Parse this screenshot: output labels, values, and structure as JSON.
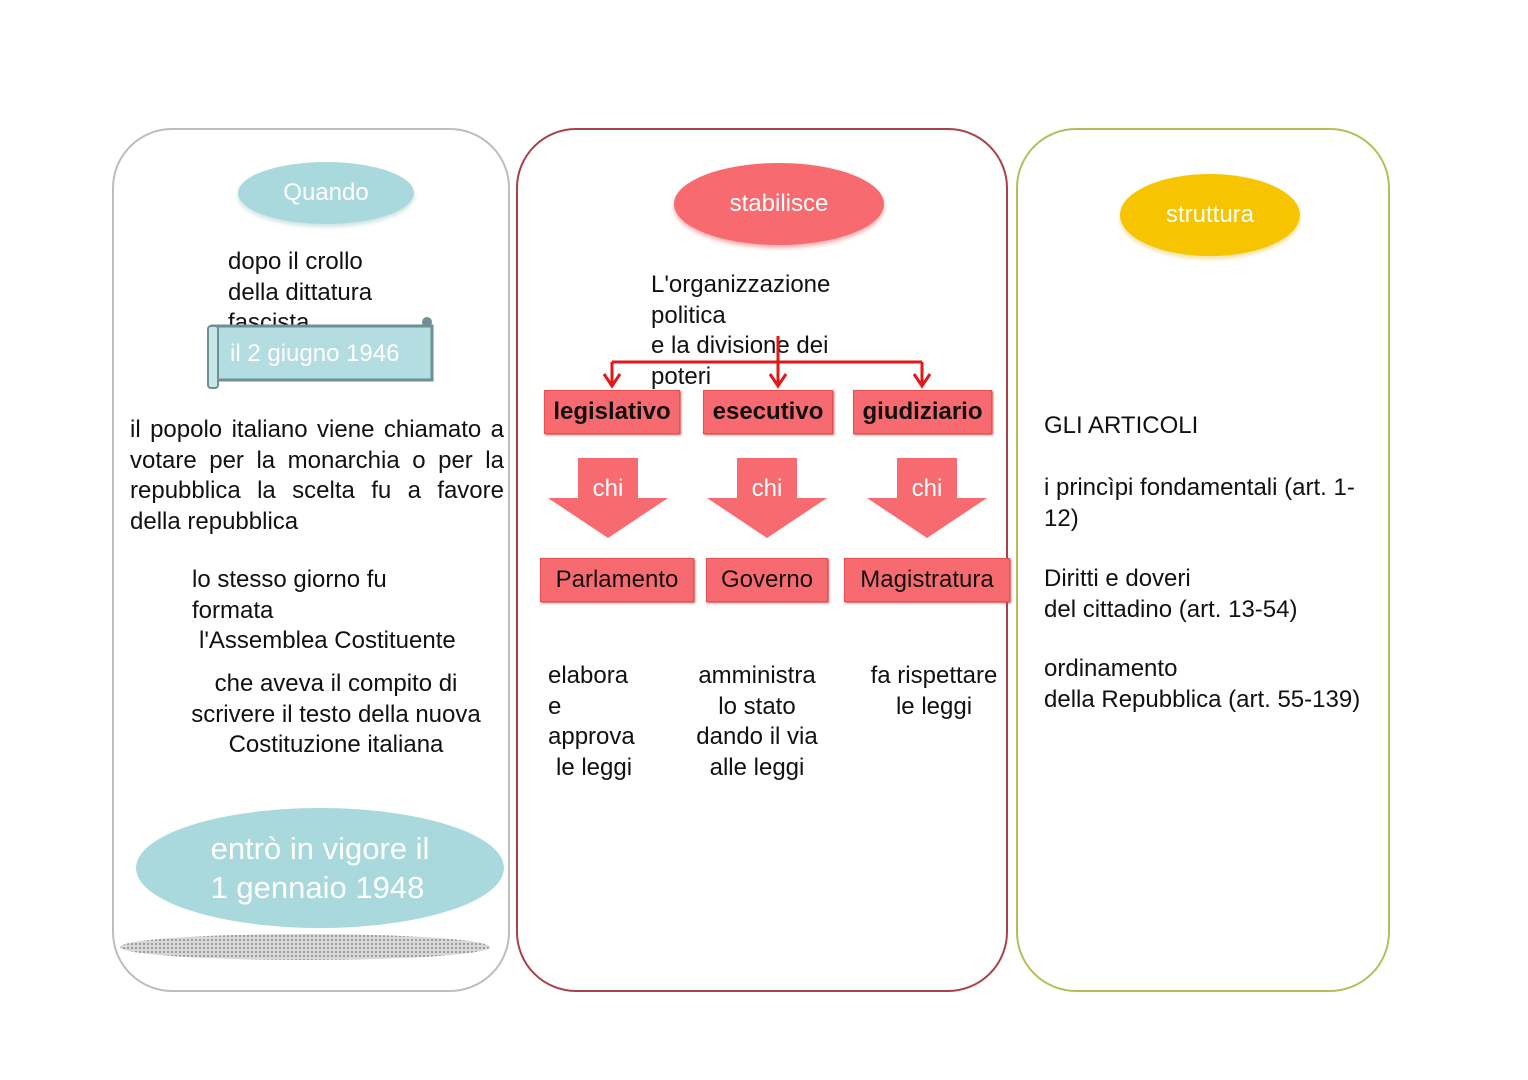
{
  "left": {
    "quando": "Quando",
    "crollo": [
      "dopo il crollo",
      "della dittatura",
      "fascista"
    ],
    "date_scroll": "il 2 giugno 1946",
    "popolo": "il popolo italiano viene chiamato a votare per la monarchia o per la repubblica la scelta fu a favore della repubblica",
    "assemblea": [
      "lo stesso giorno fu",
      "formata",
      "l'Assemblea Costituente"
    ],
    "compito": [
      "che aveva il compito di",
      "scrivere il testo della nuova",
      "Costituzione italiana"
    ],
    "vigore": [
      "entrò in vigore il",
      "1 gennaio 1948"
    ]
  },
  "middle": {
    "stabilisce": "stabilisce",
    "organizzazione": [
      "L'organizzazione",
      "politica",
      "e la divisione dei",
      "poteri"
    ],
    "powers": [
      "legislativo",
      "esecutivo",
      "giudiziario"
    ],
    "chi": [
      "chi",
      "chi",
      "chi"
    ],
    "organs": [
      "Parlamento",
      "Governo",
      "Magistratura"
    ],
    "functions": [
      [
        "elabora",
        "e",
        "approva",
        "le leggi"
      ],
      [
        "amministra",
        "lo stato",
        "dando il via",
        "alle leggi"
      ],
      [
        "fa rispettare",
        "le leggi"
      ]
    ]
  },
  "right": {
    "struttura": "struttura",
    "articoli": "GLI ARTICOLI",
    "principi": [
      "i princìpi fondamentali (art. 1-",
      "12)"
    ],
    "diritti": [
      "Diritti e  doveri",
      "del cittadino (art. 13-54)"
    ],
    "ordinamento": [
      "ordinamento",
      "della Repubblica (art. 55-139)"
    ]
  },
  "colors": {
    "teal": "#a9d9dc",
    "red": "#f76a6f",
    "yellow": "#f6c400",
    "arrow_red": "#e01818"
  }
}
